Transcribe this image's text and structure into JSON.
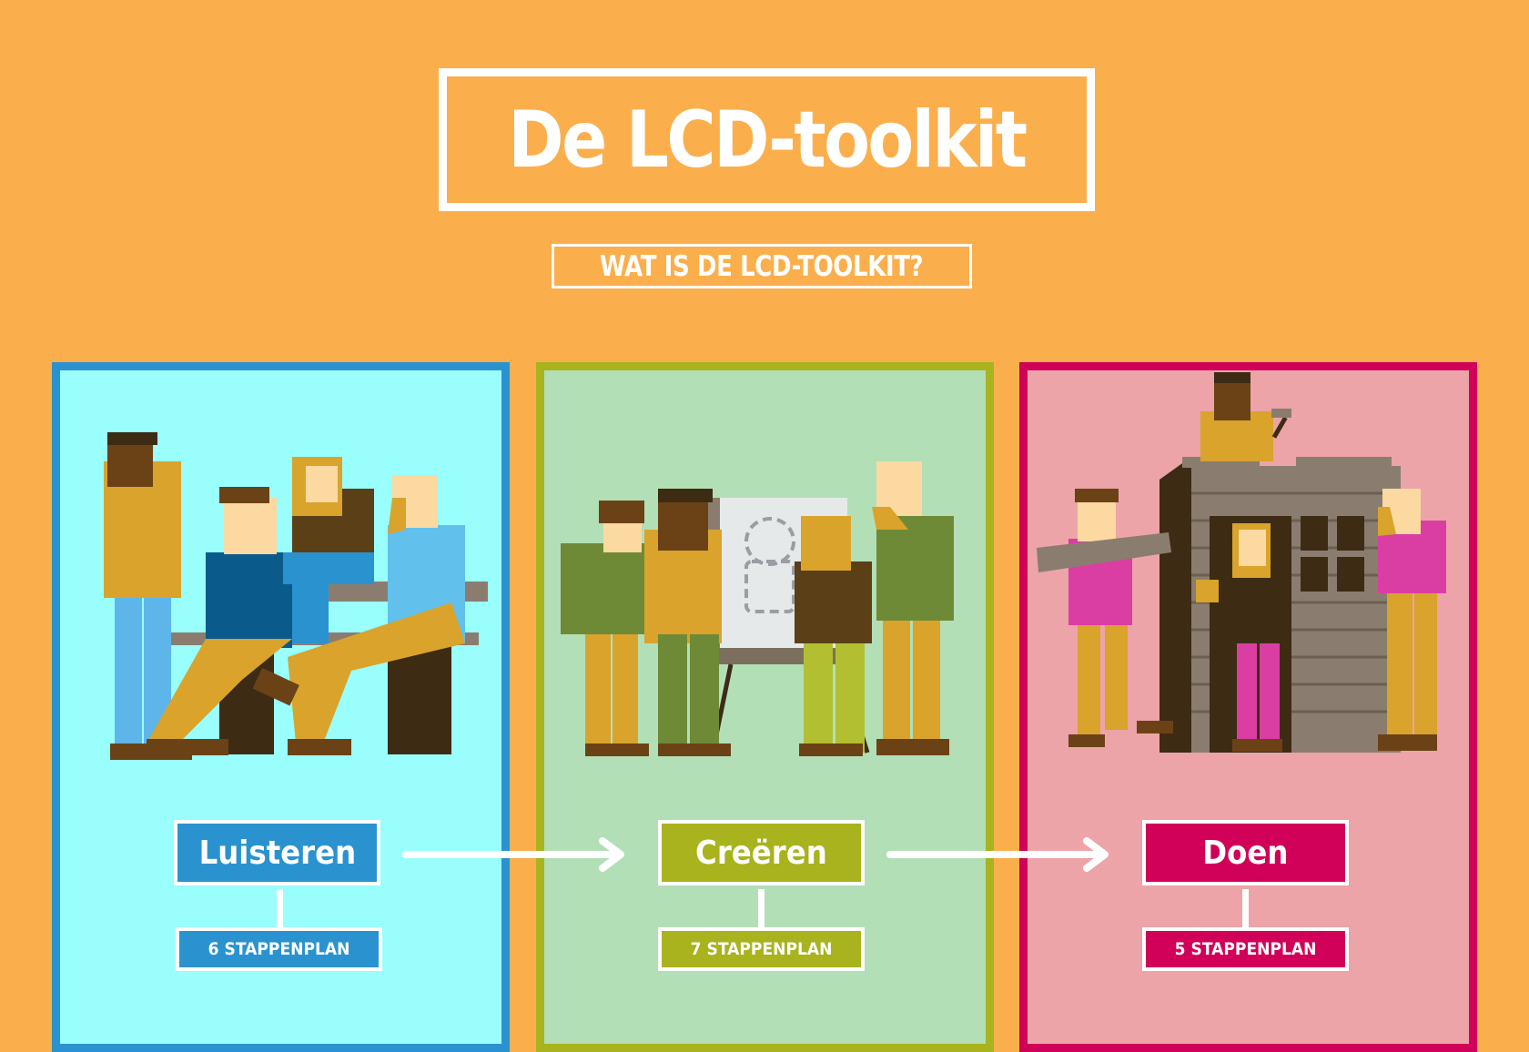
{
  "header": {
    "title": "De LCD-toolkit",
    "subtitle_link": "WAT IS DE LCD-TOOLKIT?"
  },
  "colors": {
    "background": "#fbaf4c",
    "luisteren": {
      "border": "#2a93cf",
      "fill": "#99fefc",
      "label": "#2a93cf"
    },
    "creeren": {
      "border": "#a8b31d",
      "fill": "#b3dfb7",
      "label": "#a8b31d"
    },
    "doen": {
      "border": "#d10058",
      "fill": "#eca4a8",
      "label": "#d10058"
    }
  },
  "phases": [
    {
      "label": "Luisteren",
      "steps": "6 STAPPENPLAN",
      "illustration": "people-talking-at-bench"
    },
    {
      "label": "Creëren",
      "steps": "7 STAPPENPLAN",
      "illustration": "people-drawing-on-flipchart"
    },
    {
      "label": "Doen",
      "steps": "5 STAPPENPLAN",
      "illustration": "people-building-shed"
    }
  ],
  "arrows": [
    "arrow-right-icon",
    "arrow-right-icon"
  ]
}
